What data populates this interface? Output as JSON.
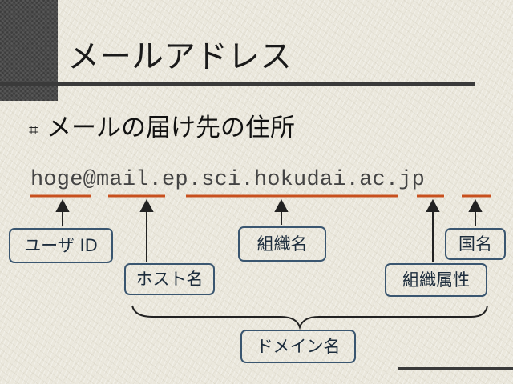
{
  "slide": {
    "title": "メールアドレス",
    "bullet_mark": "⌗",
    "bullet_text": "メールの届け先の住所",
    "email_address": "hoge@mail.ep.sci.hokudai.ac.jp",
    "labels": {
      "user_id": "ユーザ ID",
      "host_name": "ホスト名",
      "organization_name": "組織名",
      "organization_attribute": "組織属性",
      "country_name": "国名",
      "domain_name": "ドメイン名"
    }
  },
  "colors": {
    "background": "#ebe8dd",
    "accent_block": "#4a4a4a",
    "underline": "#c8501e",
    "label_border": "#3a5670",
    "text": "#111111"
  }
}
